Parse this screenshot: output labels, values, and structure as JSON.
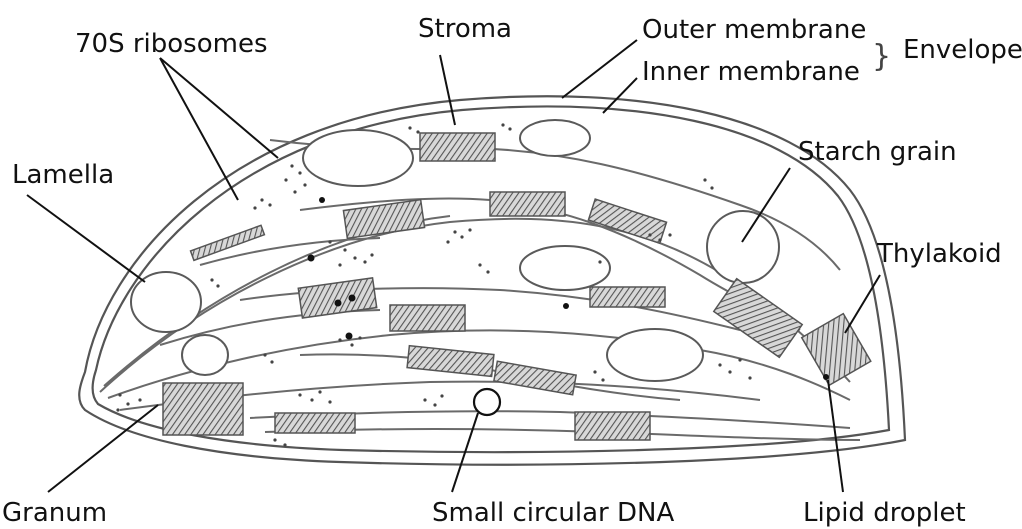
{
  "labels": {
    "ribosomes": "70S ribosomes",
    "stroma": "Stroma",
    "outer_membrane": "Outer membrane",
    "inner_membrane": "Inner membrane",
    "envelope": "Envelope",
    "starch_grain": "Starch grain",
    "lamella": "Lamella",
    "thylakoid": "Thylakoid",
    "granum": "Granum",
    "small_circular_dna": "Small circular DNA",
    "lipid_droplet": "Lipid droplet"
  }
}
